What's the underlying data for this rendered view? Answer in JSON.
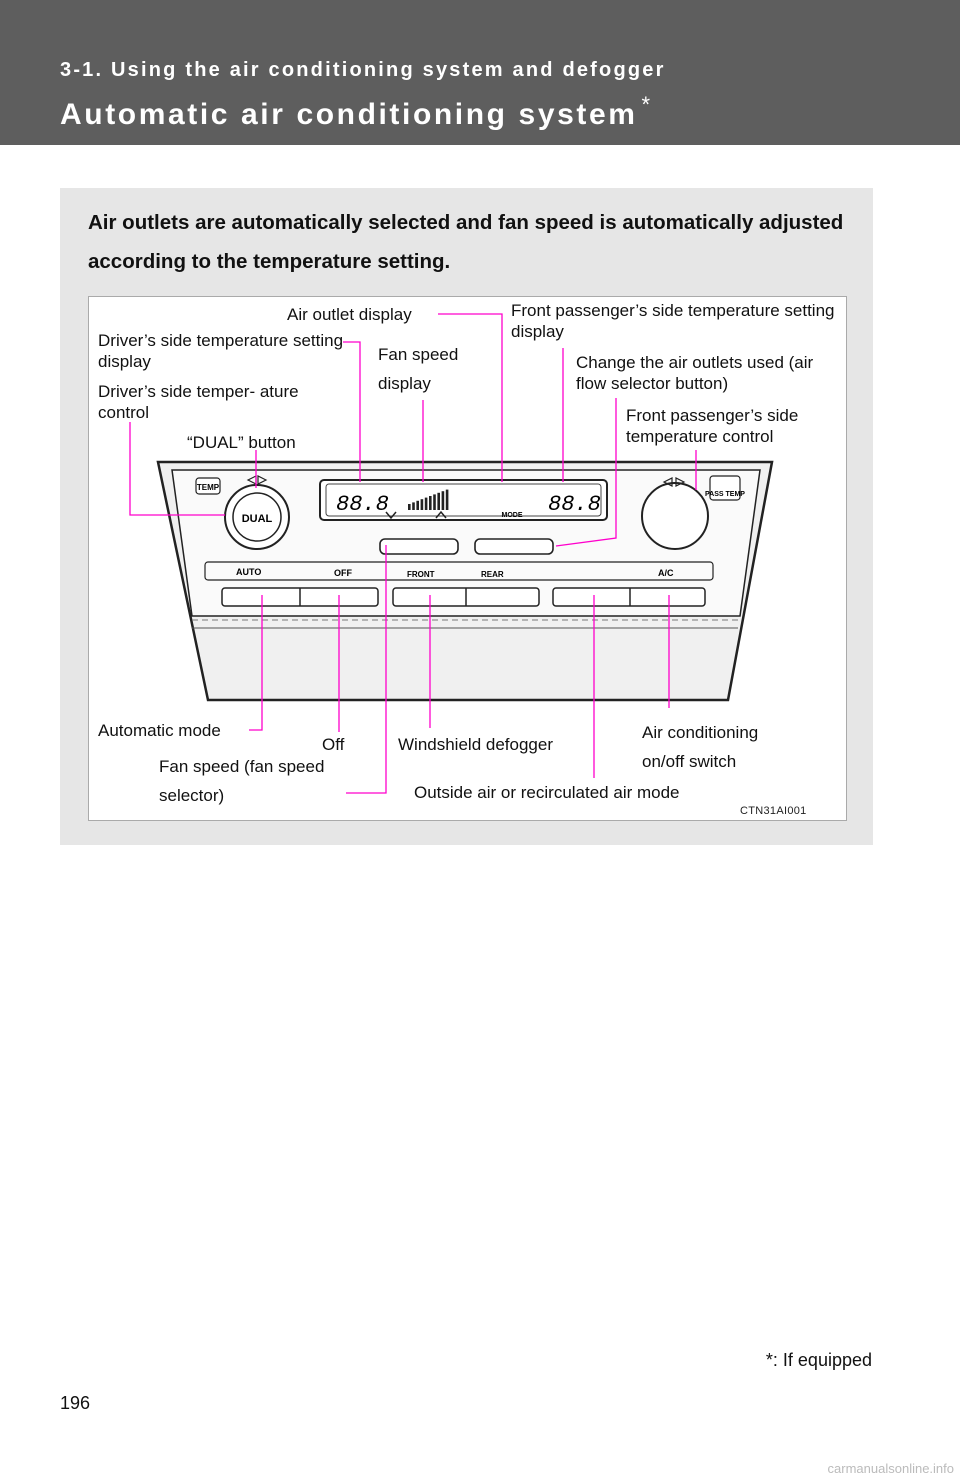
{
  "header": {
    "section": "3-1. Using the air conditioning system and defogger",
    "title": "Automatic air conditioning system",
    "title_mark": "*"
  },
  "intro": "Air outlets are automatically selected and fan speed is automatically adjusted according to the temperature setting.",
  "figure": {
    "code": "CTN31AI001",
    "labels": {
      "air_outlet_display": "Air outlet display",
      "passenger_temp_display": "Front passenger’s side temperature setting display",
      "driver_temp_display": "Driver’s side temperature setting display",
      "fan_speed_display": "Fan speed display",
      "air_flow_selector": "Change the air outlets used (air flow selector button)",
      "driver_temp_control": "Driver’s side temper- ature control",
      "passenger_temp_control": "Front passenger’s side temperature control",
      "dual_button": "“DUAL” button",
      "automatic_mode": "Automatic mode",
      "off": "Off",
      "windshield_defogger": "Windshield defogger",
      "ac_switch": "Air conditioning on/off switch",
      "fan_speed_selector": "Fan speed (fan speed selector)",
      "air_mode": "Outside air or recirculated air mode"
    },
    "panel_text": {
      "temp": "TEMP",
      "dual": "DUAL",
      "pass_temp": "PASS TEMP",
      "mode": "MODE",
      "auto": "AUTO",
      "off": "OFF",
      "front": "FRONT",
      "rear": "REAR",
      "ac": "A/C",
      "lcd_left": "88.8",
      "lcd_right": "88.8"
    },
    "leader_color": "#ff00cc"
  },
  "footnote": "*: If equipped",
  "page_number": "196",
  "watermark": "carmanualsonline.info"
}
